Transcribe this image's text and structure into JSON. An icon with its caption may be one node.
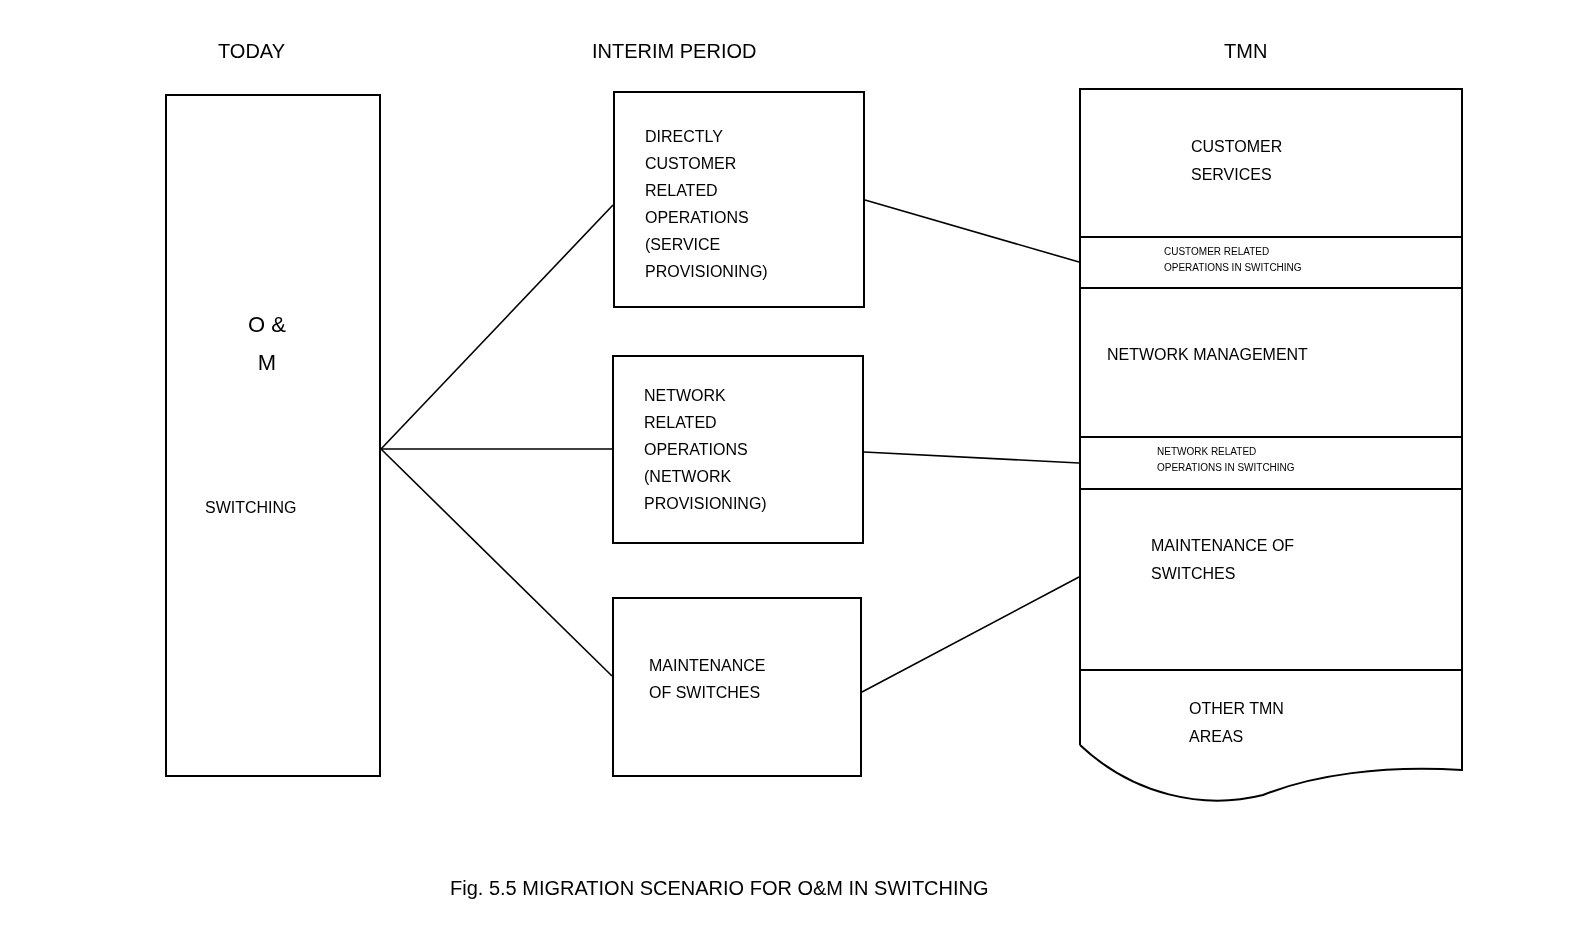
{
  "diagram": {
    "caption": "Fig. 5.5 MIGRATION SCENARIO FOR O&M IN SWITCHING",
    "nodes": [
      {
        "text": [
          "O & M",
          "SWITCHING"
        ]
      },
      {
        "text": [
          "DIRECTLY CUSTOMER RELATED OPERATIONS (SERVICE PROVISIONING)"
        ]
      },
      {
        "text": [
          "NETWORK RELATED OPERATIONS (NETWORK PROVISIONING)"
        ]
      },
      {
        "text": [
          "MAINTENANCE OF SWITCHES"
        ]
      },
      {
        "text": [],
        "shape": "box"
      },
      {
        "text": [
          "CUSTOMER SERVICES"
        ],
        "in": 4
      },
      {
        "text": [
          "CUSTOMER RELATED OPERATIONS IN SWITCHING"
        ],
        "in": 4
      },
      {
        "text": [
          "NETWORK MANAGEMENT"
        ],
        "in": 4
      },
      {
        "text": [
          "NETWORK RELATED OPERATIONS IN SWITCHING"
        ],
        "in": 4
      },
      {
        "text": [
          "MAINTENANCE OF SWITCHES"
        ],
        "in": 4
      },
      {
        "text": [
          "OTHER TMN AREAS"
        ],
        "in": 4
      }
    ],
    "edges": [
      {
        "from": 0,
        "to": 1,
        "arrow": "none"
      },
      {
        "from": 0,
        "to": 2,
        "arrow": "none"
      },
      {
        "from": 0,
        "to": 3,
        "arrow": "none"
      },
      {
        "from": 1,
        "to": 6,
        "arrow": "none"
      },
      {
        "from": 2,
        "to": 8,
        "arrow": "none"
      },
      {
        "from": 3,
        "to": 9,
        "arrow": "none"
      }
    ],
    "labels": [
      "TODAY",
      "INTERIM PERIOD",
      "TMN"
    ]
  }
}
